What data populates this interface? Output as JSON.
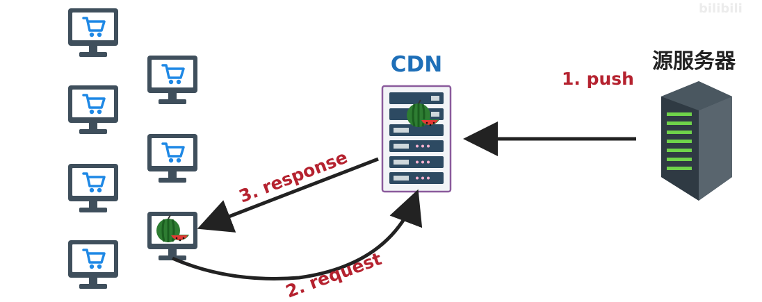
{
  "labels": {
    "cdn": "CDN",
    "origin": "源服务器",
    "push": "1. push",
    "request": "2. request",
    "response": "3. response",
    "watermark": "bilibili"
  },
  "colors": {
    "cdn_label": "#1e6fb8",
    "step_label": "#b5222f",
    "arrow": "#222222",
    "monitor_frame": "#3f4f5c",
    "screen": "#ffffff",
    "cart": "#1e88e5",
    "server_dark": "#3a4650",
    "server_light": "#59656e",
    "server_led": "#6fd34a",
    "cdn_rack_bg": "#f2f4f7",
    "cdn_rack_border": "#8a5a9c",
    "cdn_slot": "#2d4a62",
    "cdn_slot_dot": "#ffb3d1",
    "melon_rind": "#2e7d32",
    "melon_flesh": "#e53935"
  },
  "nodes": {
    "clients": [
      {
        "name": "client-1",
        "icon": "shopping-cart-icon"
      },
      {
        "name": "client-2",
        "icon": "shopping-cart-icon"
      },
      {
        "name": "client-3",
        "icon": "shopping-cart-icon"
      },
      {
        "name": "client-4",
        "icon": "shopping-cart-icon"
      },
      {
        "name": "client-5",
        "icon": "shopping-cart-icon"
      },
      {
        "name": "client-6",
        "icon": "shopping-cart-icon"
      },
      {
        "name": "client-7-requesting",
        "icon": "watermelon-icon"
      }
    ],
    "cdn_node": {
      "icon": "server-rack-icon",
      "content": "watermelon-icon"
    },
    "origin_server": {
      "icon": "server-tower-icon"
    }
  }
}
